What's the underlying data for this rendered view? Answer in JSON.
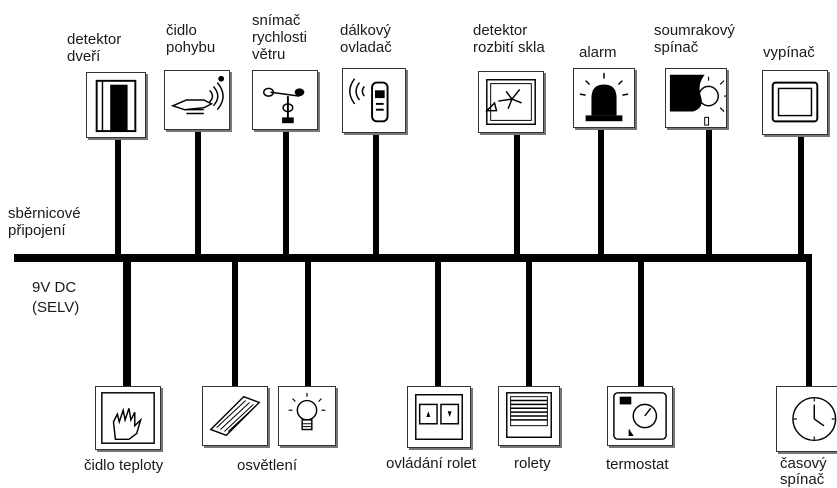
{
  "bus_labels": {
    "connection": "sběrnicové\npřipojení",
    "voltage": "9V DC\n(SELV)"
  },
  "top_devices": [
    {
      "id": "door-detector",
      "label": "detektor\ndveří",
      "icon": "door-icon"
    },
    {
      "id": "motion-sensor",
      "label": "čidlo\npohybu",
      "icon": "motion-hand-icon"
    },
    {
      "id": "wind-speed-sensor",
      "label": "snímač\nrychlosti\nvětru",
      "icon": "anemometer-icon"
    },
    {
      "id": "remote-control",
      "label": "dálkový\novladač",
      "icon": "remote-icon"
    },
    {
      "id": "glass-break-detector",
      "label": "detektor\nrozbití skla",
      "icon": "broken-glass-icon"
    },
    {
      "id": "alarm",
      "label": "alarm",
      "icon": "siren-icon"
    },
    {
      "id": "twilight-switch",
      "label": "soumrakový\nspínač",
      "icon": "twilight-icon"
    },
    {
      "id": "switch",
      "label": "vypínač",
      "icon": "switch-icon"
    }
  ],
  "bottom_devices": [
    {
      "id": "temperature-sensor",
      "label": "čidlo teploty",
      "icon": "hand-temperature-icon"
    },
    {
      "id": "lighting",
      "label": "osvětlení",
      "icon": "lighting-panel-icon"
    },
    {
      "id": "bulb",
      "label": "",
      "icon": "light-bulb-icon"
    },
    {
      "id": "blind-control",
      "label": "ovládání rolet",
      "icon": "blind-buttons-icon"
    },
    {
      "id": "blinds",
      "label": "rolety",
      "icon": "blinds-icon"
    },
    {
      "id": "thermostat",
      "label": "termostat",
      "icon": "thermostat-icon"
    },
    {
      "id": "time-switch",
      "label": "časový\nspínač",
      "icon": "clock-icon"
    }
  ]
}
